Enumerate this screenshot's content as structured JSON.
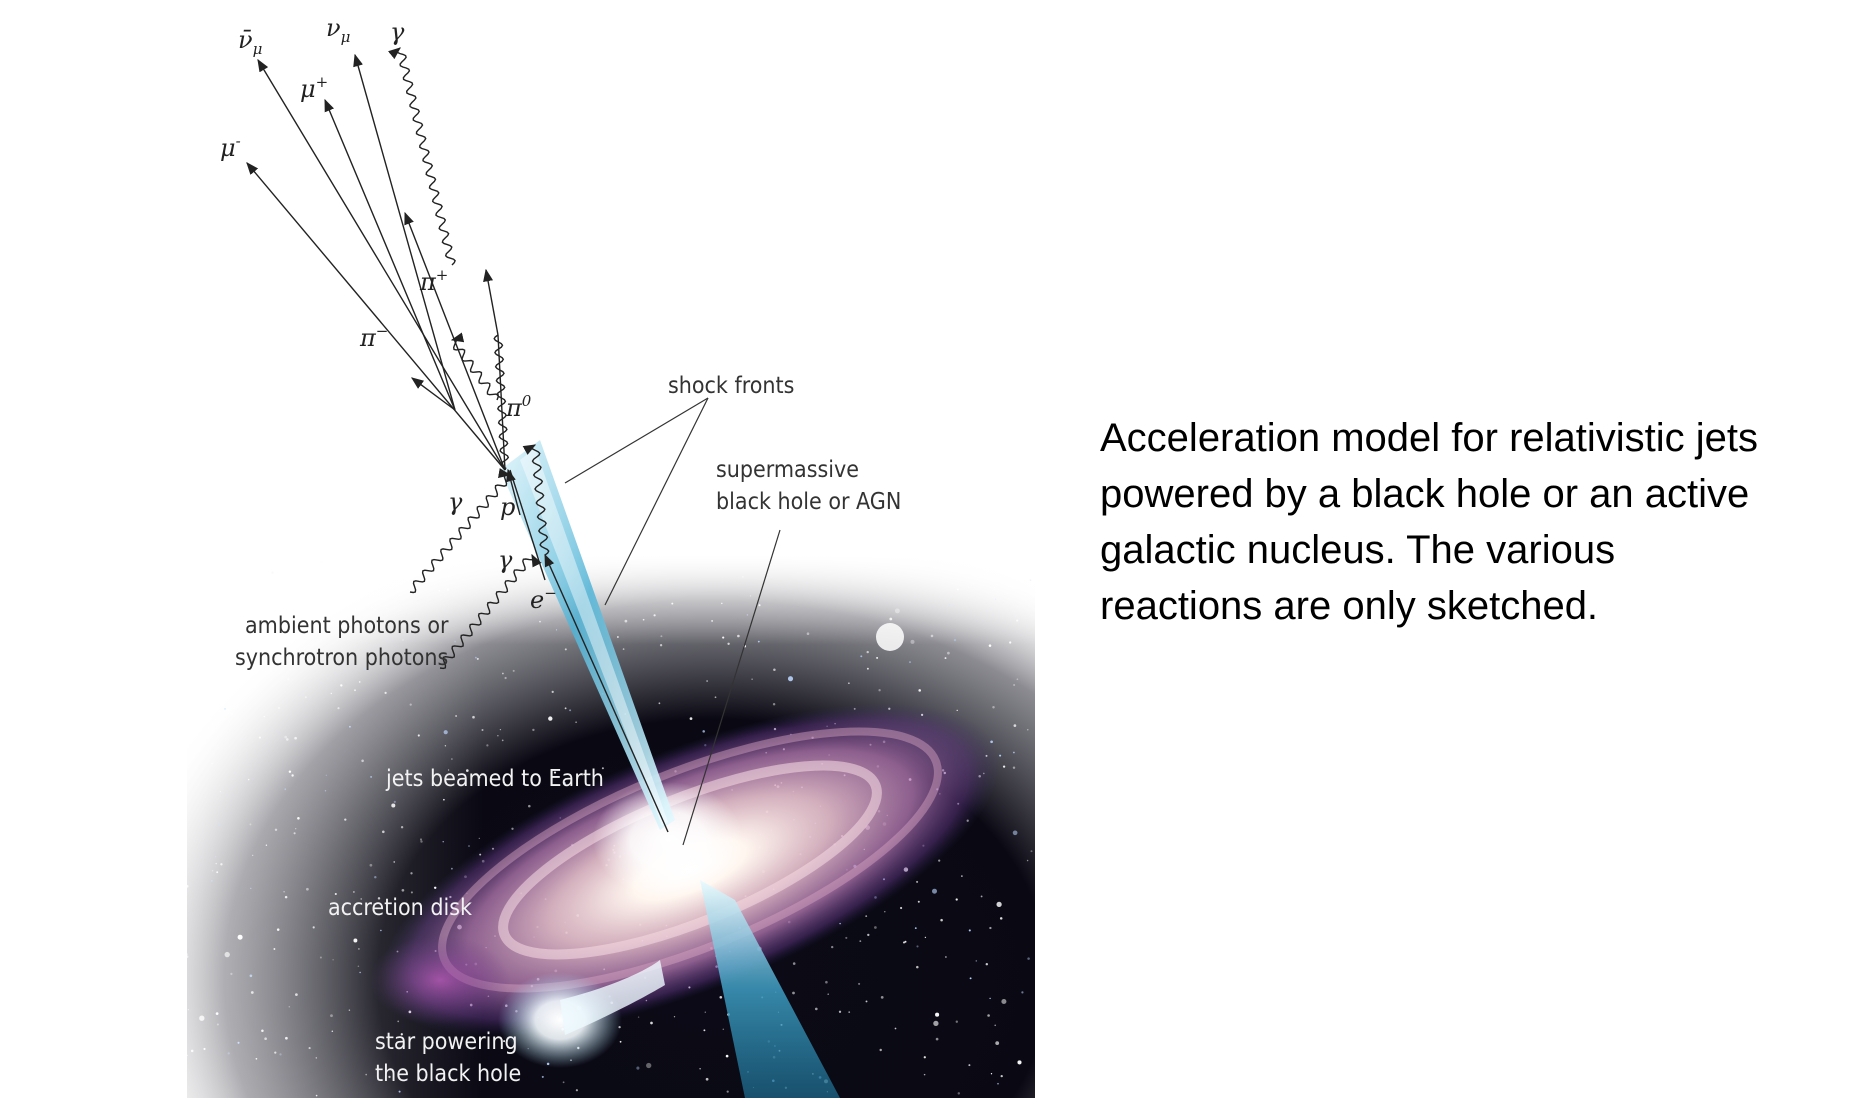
{
  "caption": "Acceleration model for relativistic jets\npowered by a black hole or an active\ngalactic  nucleus. The various\nreactions are only sketched.",
  "labels": {
    "shock_fronts": "shock fronts",
    "smbh_line1": "supermassive",
    "smbh_line2": "black hole or AGN",
    "ambient_line1": "ambient photons or",
    "ambient_line2": "synchrotron photons",
    "jets": "jets beamed to Earth",
    "accretion": "accretion disk",
    "star_line1": "star powering",
    "star_line2": "the black hole"
  },
  "symbols": {
    "nubar_mu": "ν̄",
    "nubar_mu_sub": "μ",
    "nu_mu": "ν",
    "nu_mu_sub": "μ",
    "gamma_top": "γ",
    "mu_plus": "μ",
    "mu_plus_sup": "+",
    "mu_minus": "μ",
    "mu_minus_sup": "-",
    "pi_plus": "π",
    "pi_plus_sup": "+",
    "pi_minus": "π",
    "pi_minus_sup": "−",
    "pi_zero": "π",
    "pi_zero_sup": "0",
    "gamma_1": "γ",
    "gamma_2": "γ",
    "proton": "p",
    "electron": "e",
    "electron_sup": "−"
  },
  "colors": {
    "jet": "#7fd0e8",
    "jet_core": "#e8fbff",
    "space": "#07070f",
    "disk_pink": "#e8b9c8",
    "disk_purple": "#8a3b9c"
  }
}
